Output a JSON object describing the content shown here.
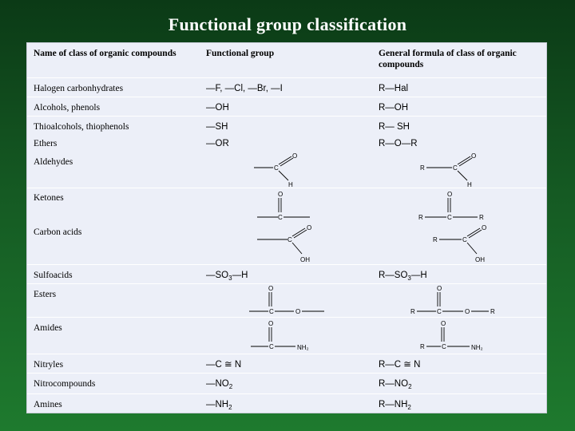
{
  "title": "Functional group classification",
  "header": {
    "col1": "Name of class of organic compounds",
    "col2": "Functional group",
    "col3": "General formula of  class of organic compounds"
  },
  "rows": {
    "halogen": {
      "name": "Halogen carbonhydrates",
      "group": "—F, —Cl, —Br, —I",
      "formula": "R—Hal"
    },
    "alcohols": {
      "name": "Alcohols, phenols",
      "group": "—OH",
      "formula": "R—OH"
    },
    "thio": {
      "name": "Thioalcohols, thiophenols",
      "group": "—SH",
      "formula": "R— SH"
    },
    "ethers": {
      "name": "Ethers",
      "group": "—OR",
      "formula": "R—O—R"
    },
    "aldehydes": {
      "name": "Aldehydes"
    },
    "ketones": {
      "name": "Ketones"
    },
    "carbon_acids": {
      "name": "Carbon acids"
    },
    "sulfoacids": {
      "name": "Sulfoacids",
      "group_a": "—SO",
      "group_sub": "3",
      "group_b": "—H",
      "formula_a": "R—SO",
      "formula_sub": "3",
      "formula_b": "—H"
    },
    "esters": {
      "name": "Esters"
    },
    "amides": {
      "name": "Amides"
    },
    "nitryles": {
      "name": "Nitryles",
      "group": "—C ≅ N",
      "formula": "R—C ≅ N"
    },
    "nitro": {
      "name": "Nitrocompounds",
      "group_a": "—NO",
      "group_sub": "2",
      "formula_a": "R—NO",
      "formula_sub": "2"
    },
    "amines": {
      "name": "Amines",
      "group_a": "—NH",
      "group_sub": "2",
      "formula_a": "R—NH",
      "formula_sub": "2"
    }
  },
  "atoms": {
    "C": "C",
    "O": "O",
    "H": "H",
    "R": "R",
    "OH": "OH",
    "NH2": "NH₂"
  }
}
